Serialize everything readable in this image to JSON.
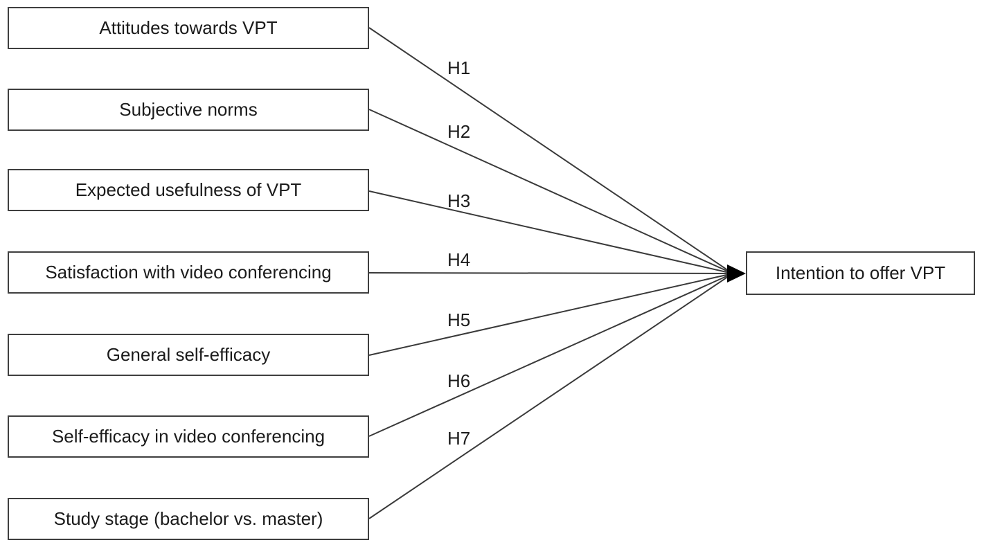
{
  "diagram": {
    "type": "hypothesis-path-model",
    "colors": {
      "background": "#ffffff",
      "box_border": "#3f3f3f",
      "line": "#3a3a3a",
      "arrowhead": "#000000",
      "text": "#1b1b1b"
    },
    "outcome": {
      "label": "Intention to offer VPT"
    },
    "predictors": [
      {
        "label": "Attitudes towards VPT",
        "hypothesis": "H1"
      },
      {
        "label": "Subjective norms",
        "hypothesis": "H2"
      },
      {
        "label": "Expected usefulness of VPT",
        "hypothesis": "H3"
      },
      {
        "label": "Satisfaction with video conferencing",
        "hypothesis": "H4"
      },
      {
        "label": "General self-efficacy",
        "hypothesis": "H5"
      },
      {
        "label": "Self-efficacy in video conferencing",
        "hypothesis": "H6"
      },
      {
        "label": "Study stage (bachelor vs. master)",
        "hypothesis": "H7"
      }
    ],
    "edges": [
      {
        "from": "Attitudes towards VPT",
        "to": "Intention to offer VPT",
        "label": "H1"
      },
      {
        "from": "Subjective norms",
        "to": "Intention to offer VPT",
        "label": "H2"
      },
      {
        "from": "Expected usefulness of VPT",
        "to": "Intention to offer VPT",
        "label": "H3"
      },
      {
        "from": "Satisfaction with video conferencing",
        "to": "Intention to offer VPT",
        "label": "H4"
      },
      {
        "from": "General self-efficacy",
        "to": "Intention to offer VPT",
        "label": "H5"
      },
      {
        "from": "Self-efficacy in video conferencing",
        "to": "Intention to offer VPT",
        "label": "H6"
      },
      {
        "from": "Study stage (bachelor vs. master)",
        "to": "Intention to offer VPT",
        "label": "H7"
      }
    ]
  }
}
